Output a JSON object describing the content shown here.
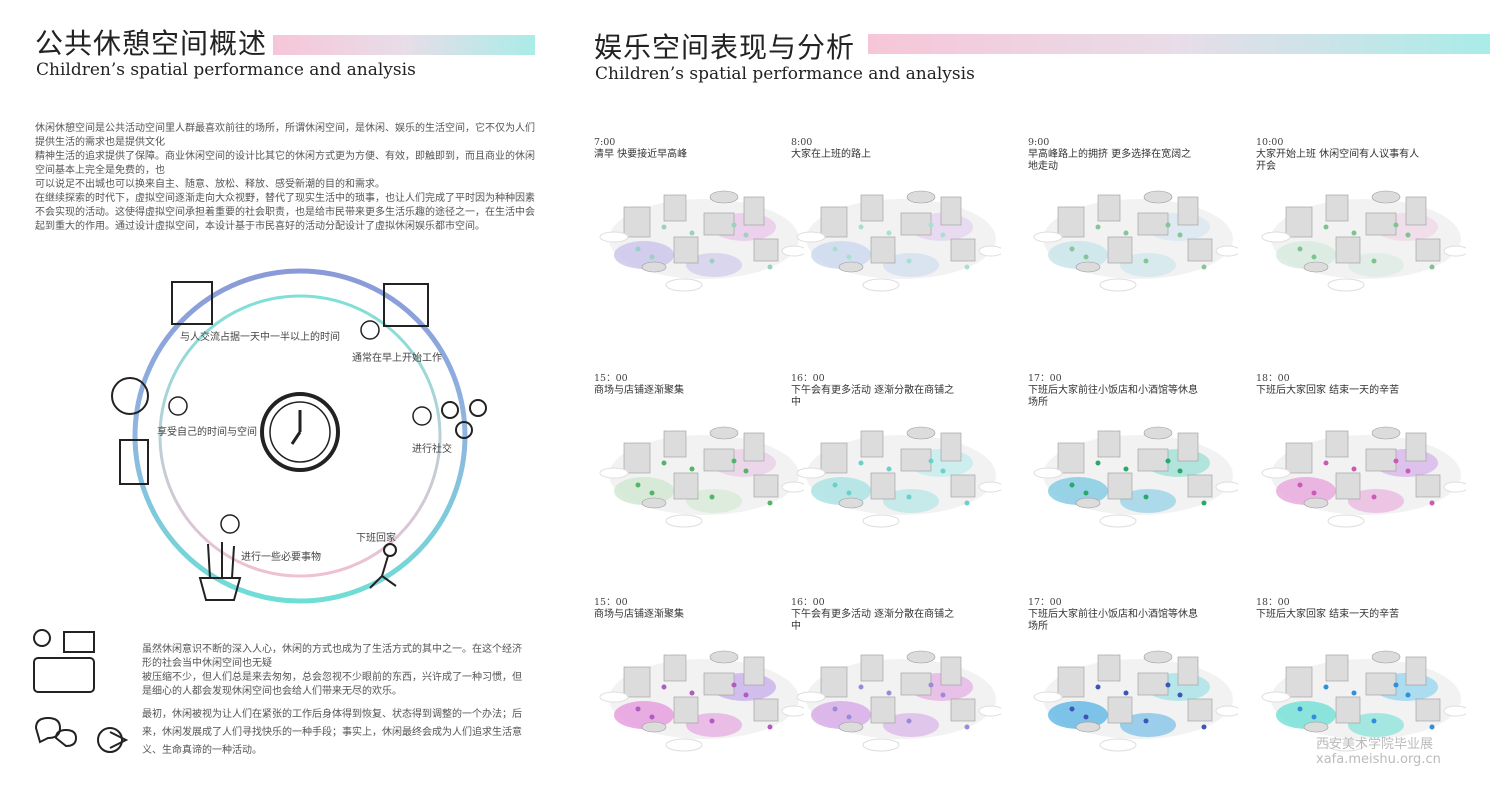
{
  "left": {
    "title": "公共休憩空间概述",
    "subtitle": "Children’s spatial performance and analysis",
    "intro": "休闲休憩空间是公共活动空间里人群最喜欢前往的场所，所谓休闲空间，是休闲、娱乐的生活空间，它不仅为人们提供生活的需求也是提供文化\n精神生活的追求提供了保障。商业休闲空间的设计比其它的休闲方式更为方便、有效，即触即到，而且商业的休闲空间基本上完全是免费的，也\n可以说足不出城也可以换来自主、随意、放松、释放、感受新潮的目的和需求。\n在继续探索的时代下，虚拟空间逐渐走向大众视野，替代了现实生活中的琐事，也让人们完成了平时因为种种因素不会实现的活动。这使得虚拟空间承担着重要的社会职责，也是给市民带来更多生活乐趣的途径之一，在生活中会起到重大的作用。通过设计虚拟空间，本设计基于市民喜好的活动分配设计了虚拟休闲娱乐都市空间。",
    "cycle": {
      "labels": [
        "与人交流占据一天中一半以上的时间",
        "通常在早上开始工作",
        "进行社交",
        "下班回家",
        "进行一些必要事物",
        "享受自己的时间与空间"
      ]
    },
    "bottom_text_1": "虽然休闲意识不断的深入人心，休闲的方式也成为了生活方式的其中之一。在这个经济形的社会当中休闲空间也无疑\n被压缩不少，但人们总是来去匆匆，总会忽视不少眼前的东西，兴许成了一种习惯，但是细心的人都会发现休闲空间也会给人们带来无尽的欢乐。",
    "bottom_text_2": "最初，休闲被视为让人们在紧张的工作后身体得到恢复、状态得到调整的一个办法；后来，休闲发展成了人们寻找快乐的一种手段；事实上，休闲最终会成为人们追求生活意义、生命真谛的一种活动。"
  },
  "right": {
    "title": "娱乐空间表现与分析",
    "subtitle": "Children’s spatial performance and analysis",
    "panels": [
      {
        "time": "7:00",
        "desc": "清早 快要接近早高峰",
        "colors": [
          "#c9c3ea",
          "#e9c8e8",
          "#9ad1c0"
        ]
      },
      {
        "time": "8:00",
        "desc": "大家在上班的路上",
        "colors": [
          "#c9d8ee",
          "#e5d5f0",
          "#a8e0d0"
        ]
      },
      {
        "time": "9:00",
        "desc": "早高峰路上的拥挤 更多选择在宽阔之地走动",
        "colors": [
          "#c7e4ea",
          "#d9e6f0",
          "#86c49a"
        ]
      },
      {
        "time": "10:00",
        "desc": "大家开始上班 休闲空间有人议事有人开会",
        "colors": [
          "#d7eadf",
          "#f0d8e8",
          "#7cc48c"
        ]
      },
      {
        "time": "15：00",
        "desc": "商场与店铺逐渐聚集",
        "colors": [
          "#cfe7cf",
          "#e8d0e6",
          "#55b36a"
        ]
      },
      {
        "time": "16：00",
        "desc": "下午会有更多活动 逐渐分散在商铺之中",
        "colors": [
          "#a9e2e4",
          "#c3ecec",
          "#6ccfc9"
        ]
      },
      {
        "time": "17：00",
        "desc": "下班后大家前往小饭店和小酒馆等休息场所",
        "colors": [
          "#7fc9e4",
          "#9fe0d6",
          "#2aa86a"
        ]
      },
      {
        "time": "18：00",
        "desc": "下班后大家回家 结束一天的辛苦",
        "colors": [
          "#e7a6dc",
          "#d6b5ea",
          "#c95bb4"
        ]
      },
      {
        "time": "15：00",
        "desc": "商场与店铺逐渐聚集",
        "colors": [
          "#e59adf",
          "#c9b0ea",
          "#b05bc0"
        ]
      },
      {
        "time": "16：00",
        "desc": "下午会有更多活动 逐渐分散在商铺之中",
        "colors": [
          "#d6a8e6",
          "#e6b3e4",
          "#9a8ad8"
        ]
      },
      {
        "time": "17：00",
        "desc": "下班后大家前往小饭店和小酒馆等休息场所",
        "colors": [
          "#5fb6e6",
          "#a6e2e6",
          "#3d55b5"
        ]
      },
      {
        "time": "18：00",
        "desc": "下班后大家回家 结束一天的辛苦",
        "colors": [
          "#6fe0d6",
          "#9ad6ee",
          "#2f8fd8"
        ]
      }
    ]
  },
  "watermark": {
    "line1": "西安美术学院毕业展",
    "line2": "xafa.meishu.org.cn"
  }
}
